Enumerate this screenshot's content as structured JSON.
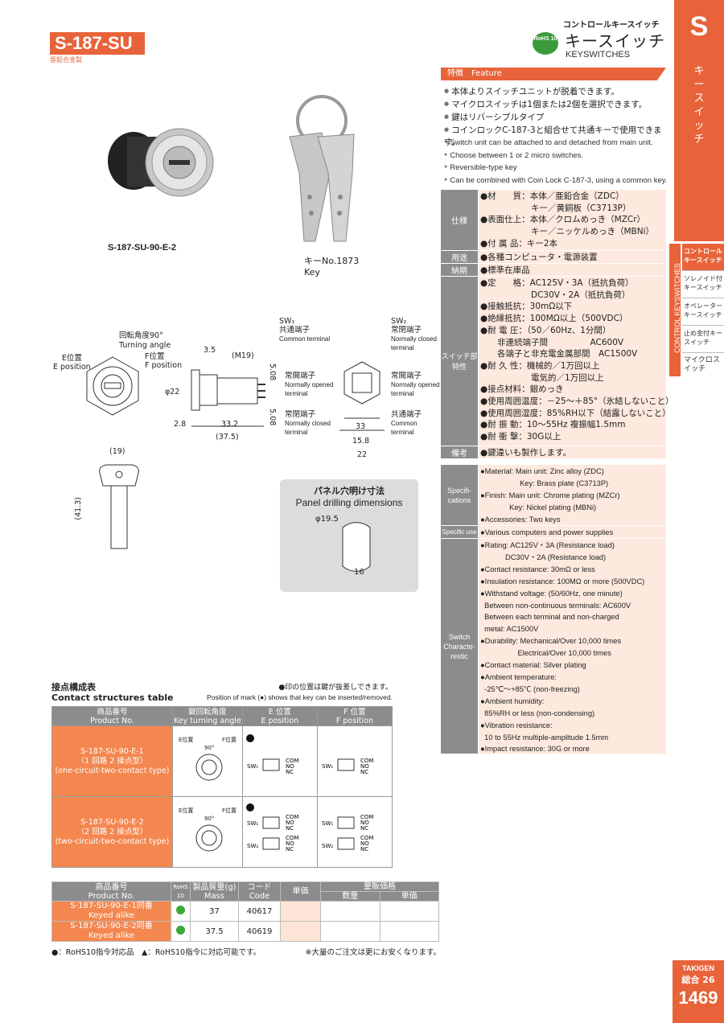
{
  "header": {
    "model": "S-187-SU",
    "model_sub": "亜鉛合金製",
    "category_small": "コントロールキースイッチ",
    "rohs": "RoHS 10",
    "title_jp": "キースイッチ",
    "title_en": "KEYSWITCHES"
  },
  "side": {
    "letter": "S",
    "vertical_jp": "キースイッチ",
    "vertical_en": "CONTROL KEYSWITCHES",
    "nav": [
      "コントロールキースイッチ",
      "ソレノイド付キースイッチ",
      "オペレーターキースイッチ",
      "止め金付キースイッチ",
      "マイクロスイッチ"
    ]
  },
  "feature": {
    "label": "特徴　Feature",
    "jp": [
      "本体よりスイッチユニットが脱着できます。",
      "マイクロスイッチは1個または2個を選択できます。",
      "鍵はリバーシブルタイプ",
      "コインロックC-187-3と組合せて共通キーで使用できます。"
    ],
    "en": [
      "Switch unit can be attached to and detached from main unit.",
      "Choose between 1 or 2 micro switches.",
      "Reversible-type key",
      "Can be combined with Coin Lock C-187-3, using a common key."
    ]
  },
  "spec_jp": {
    "spec_head": "仕様",
    "spec_body": "●材　　質：本体／亜鉛合金（ZDC）\n　　　　　　キー／黄銅板（C3713P）\n●表面仕上：本体／クロムめっき（MZCr）\n　　　　　　キー／ニッケルめっき（MBNi）\n●付 属 品：キー2本",
    "use_head": "用途",
    "use_body": "●各種コンピュータ・電源装置",
    "delivery_head": "納期",
    "delivery_body": "●標準在庫品",
    "switch_head": "スイッチ部特性",
    "switch_body": "●定　　格：AC125V・3A（抵抗負荷）\n　　　　　　DC30V・2A（抵抗負荷）\n●接触抵抗：30mΩ以下\n●絶縁抵抗：100MΩ以上（500VDC）\n●耐 電 圧：（50／60Hz、1分間）\n　　非連続端子間　　　　　AC600V\n　　各端子と非充電金属部間　AC1500V\n●耐 久 性：機械的／1万回以上\n　　　　　　電気的／1万回以上\n●接点材料：銀めっき\n●使用周囲温度：－25〜＋85°（氷結しないこと）\n●使用周囲湿度：85%RH以下（結露しないこと）\n●耐 振 動：10〜55Hz 複振幅1.5mm\n●耐 衝 撃：30G以上",
    "note_head": "備考",
    "note_body": "●鍵違いも製作します。"
  },
  "spec_en": {
    "spec_head": "Specifi-\ncations",
    "spec_body": "●Material: Main unit: Zinc alloy (ZDC)\n                   Key: Brass plate (C3713P)\n●Finish: Main unit: Chrome plating (MZCr)\n              Key: Nickel plating (MBNi)\n●Accessories: Two keys",
    "use_head": "Specific use",
    "use_body": "●Various computers and power supplies",
    "switch_head": "Switch\nCharacte-\nrestic",
    "switch_body": "●Rating: AC125V・3A (Resistance load)\n            DC30V・2A (Resistance load)\n●Contact resistance: 30mΩ or less\n●Insulation resistance: 100MΩ or more (500VDC)\n●Withstand voltage: (50/60Hz, one minute)\n  Between non-continuous terminals: AC600V\n  Between each terminal and non-charged\n  metal: AC1500V\n●Durability: Mechanical/Over 10,000 times\n                  Electrical/Over 10,000 times\n●Contact material: Silver plating\n●Ambient temperature:\n  -25℃〜+85℃ (non-freezing)\n●Ambient humidity:\n  85%RH or less (non-condensing)\n●Vibration resistance:\n  10 to 55Hz multiple-amplitude 1.5mm\n●Impact resistance: 30G or more"
  },
  "drawings": {
    "product_label": "S-187-SU-90-E-2",
    "key_label_jp": "キーNo.1873",
    "key_label_en": "Key",
    "angle_jp": "回転角度90°",
    "angle_en": "Turning angle",
    "e_jp": "E位置",
    "e_en": "E position",
    "f_jp": "F位置",
    "f_en": "F position",
    "dim_35": "3.5",
    "dim_m19": "(M19)",
    "dim_phi22": "φ22",
    "dim_28": "2.8",
    "dim_332": "33.2",
    "dim_375": "(37.5)",
    "dim_508a": "5.08",
    "dim_508b": "5.08",
    "sw1": "SW₁",
    "sw2": "SW₂",
    "com_jp": "共通端子",
    "com_en": "Common terminal",
    "nc_jp": "常閉端子",
    "nc_en": "Normally closed terminal",
    "no_jp": "常開端子",
    "no_en": "Normally opened terminal",
    "dim_33": "33",
    "dim_158": "15.8",
    "dim_22": "22",
    "dim_19": "(19)",
    "dim_413": "(41.3)",
    "panel_jp": "パネル穴明け寸法",
    "panel_en": "Panel drilling dimensions",
    "panel_phi": "φ19.5",
    "panel_16": "16"
  },
  "contact_table": {
    "title_jp": "接点構成表",
    "title_en": "Contact structures table",
    "note_jp": "●印の位置は鍵が抜差しできます。",
    "note_en": "Position of mark (●) shows that key can be inserted/removed.",
    "headers": [
      "商品番号\nProduct No.",
      "鍵回転角度\nKey turning angle",
      "E 位置\nE position",
      "F 位置\nF position"
    ],
    "rows": [
      {
        "jp": "S-187-SU-90-E-1",
        "sub": "（1 回路 2 接点型）",
        "en": "(one-circuit-two-contact type)"
      },
      {
        "jp": "S-187-SU-90-E-2",
        "sub": "（2 回路 2 接点型）",
        "en": "(two-circuit-two-contact type)"
      }
    ],
    "angle": "90°",
    "com": "COM",
    "no": "NO",
    "nc": "NC"
  },
  "product_table": {
    "h_pn": "商品番号\nProduct No.",
    "h_rohs": "RoHS 10",
    "h_mass": "製品質量(g)\nMass",
    "h_code": "コード\nCode",
    "h_price": "単価",
    "h_vol": "量販価格",
    "h_qty": "数量",
    "h_unit": "単価",
    "rows": [
      {
        "pn": "S-187-SU-90-E-1同番",
        "pn_en": "Keyed alike",
        "mass": "37",
        "code": "40617"
      },
      {
        "pn": "S-187-SU-90-E-2同番",
        "pn_en": "Keyed alike",
        "mass": "37.5",
        "code": "40619"
      }
    ],
    "foot_left": "●：RoHS10指令対応品　▲：RoHS10指令に対応可能です。",
    "foot_right": "※大量のご注文は更にお安くなります。"
  },
  "page": {
    "brand": "TAKIGEN",
    "section": "総合 26",
    "number": "1469"
  },
  "colors": {
    "accent": "#e8633a",
    "header_gray": "#8c8c8c",
    "pink": "#fde9dd",
    "rohs_green": "#3a9b3a"
  }
}
